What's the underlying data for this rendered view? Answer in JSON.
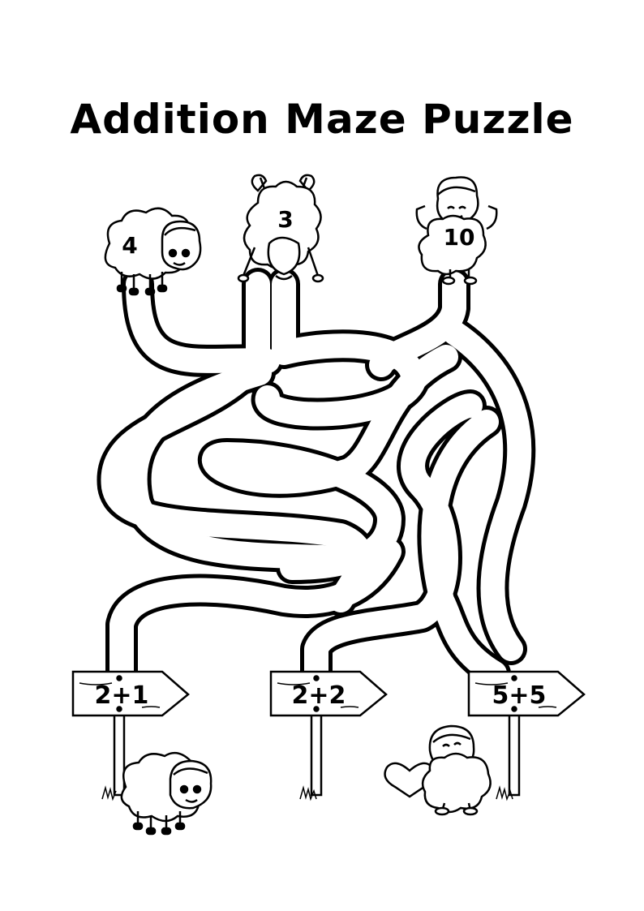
{
  "title": "Addition Maze Puzzle",
  "answers": [
    {
      "id": "4",
      "label": "4"
    },
    {
      "id": "3",
      "label": "3"
    },
    {
      "id": "10",
      "label": "10"
    }
  ],
  "signs": [
    {
      "id": "2+1",
      "label": "2+1"
    },
    {
      "id": "2+2",
      "label": "2+2"
    },
    {
      "id": "5+5",
      "label": "5+5"
    }
  ],
  "colors": {
    "ink": "#000000",
    "paper": "#ffffff"
  }
}
